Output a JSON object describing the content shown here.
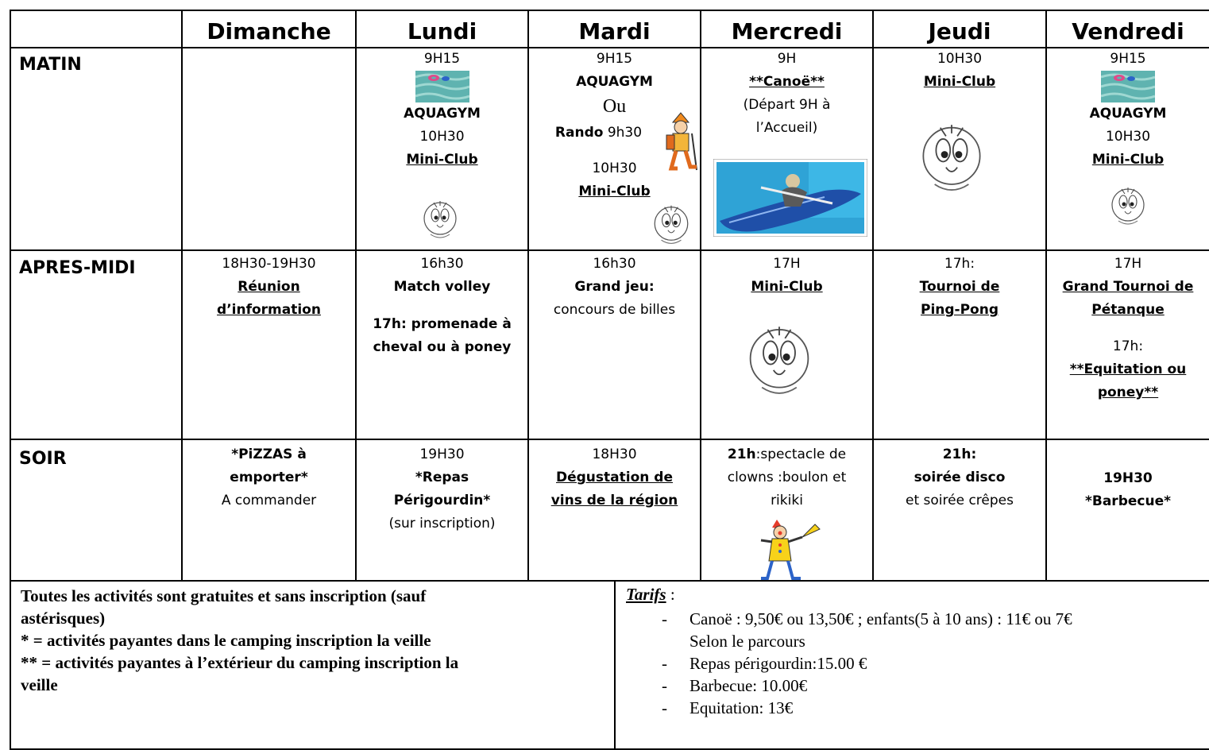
{
  "days": [
    "Dimanche",
    "Lundi",
    "Mardi",
    "Mercredi",
    "Jeudi",
    "Vendredi"
  ],
  "rows": [
    "MATIN",
    "APRES-MIDI",
    "SOIR"
  ],
  "matin": {
    "lundi": {
      "t1": "9H15",
      "a1": "AQUAGYM",
      "t2": "10H30",
      "a2": "Mini-Club"
    },
    "mardi": {
      "t1": "9H15",
      "a1": "AQUAGYM",
      "ou": "Ou",
      "rando_b": "Rando",
      "rando_t": " 9h30",
      "t2": "10H30",
      "a2": "Mini-Club"
    },
    "mercredi": {
      "t1": "9H",
      "a1": "**Canoë**",
      "d1": "(Départ 9H à",
      "d2": "l’Accueil)"
    },
    "jeudi": {
      "t1": "10H30",
      "a1": "Mini-Club"
    },
    "vendredi": {
      "t1": "9H15",
      "a1": "AQUAGYM",
      "t2": "10H30",
      "a2": "Mini-Club"
    }
  },
  "apresmidi": {
    "dimanche": {
      "t1": "18H30-19H30",
      "a1": "Réunion",
      "a2": "d’information"
    },
    "lundi": {
      "t1": "16h30",
      "a1": "Match volley",
      "a2": "17h: promenade à",
      "a3": "cheval ou à poney"
    },
    "mardi": {
      "t1": "16h30",
      "a1": "Grand jeu:",
      "a2": "concours de billes"
    },
    "mercredi": {
      "t1": "17H",
      "a1": "Mini-Club"
    },
    "jeudi": {
      "t1": "17h:",
      "a1": "Tournoi de",
      "a2": "Ping-Pong"
    },
    "vendredi": {
      "t1": "17H",
      "a1": "Grand Tournoi de",
      "a2": "Pétanque",
      "t2": "17h:",
      "a3": "**Equitation ou",
      "a4": "poney**"
    }
  },
  "soir": {
    "dimanche": {
      "a1": "*PiZZAS à",
      "a2": "emporter*",
      "a3": "A commander"
    },
    "lundi": {
      "t1": "19H30",
      "a1": "*Repas",
      "a2": "Périgourdin*",
      "a3": "(sur inscription)"
    },
    "mardi": {
      "t1": "18H30",
      "a1": "Dégustation de",
      "a2": "vins de la région"
    },
    "mercredi": {
      "t1": "21h",
      "a1": ":spectacle de",
      "a2": "clowns :boulon et",
      "a3": "rikiki"
    },
    "jeudi": {
      "t1": "21h:",
      "a1": "soirée disco",
      "a2": "et soirée crêpes"
    },
    "vendredi": {
      "t1": "19H30",
      "a1": "*Barbecue*"
    }
  },
  "notes": {
    "l1": "Toutes les activités sont gratuites et sans inscription (sauf",
    "l2": "astérisques)",
    "l3": "* = activités payantes dans le camping inscription la veille",
    "l4": "** = activités payantes à l’extérieur du camping inscription la",
    "l5": "veille"
  },
  "tarifs": {
    "title": "Tarifs",
    "colon": " :",
    "items": [
      "Canoë : 9,50€ ou 13,50€ ; enfants(5 à 10 ans) : 11€ ou 7€",
      "Repas périgourdin:15.00 €",
      "Barbecue: 10.00€",
      "Equitation: 13€"
    ],
    "item1_cont": "Selon le parcours",
    "dash": "-"
  },
  "images": [
    "pool-picture",
    "tweety-drawing",
    "hiker-drawing",
    "kayak-photo",
    "clown-drawing"
  ]
}
